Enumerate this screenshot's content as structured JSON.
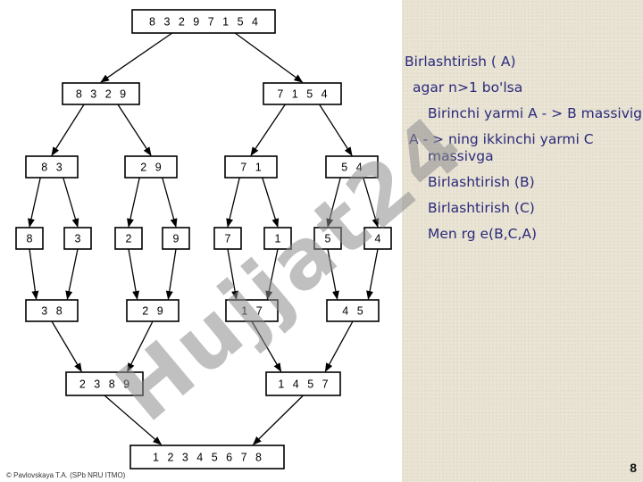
{
  "slide": {
    "page_number": "8",
    "footer": "© Pavlovskaya T.A. (SPb NRU ITMO)"
  },
  "watermark": {
    "text": "Hujjat24",
    "color": "#8c8c8c"
  },
  "colors": {
    "text_color": "#2b2a7a",
    "panel_background": "#e9e3d4"
  },
  "algorithm": {
    "lines": [
      {
        "text": "Birlashtirish ( A)"
      },
      {
        "text": "agar n>1 bo'lsa"
      },
      {
        "text": "Birinchi yarmi A - > B massiviga"
      },
      {
        "text": "A - > ning ikkinchi yarmi C massivga"
      },
      {
        "text": "Birlashtirish (B)"
      },
      {
        "text": "Birlashtirish (C)"
      },
      {
        "text": "Men rg e(B,C,A)"
      }
    ]
  },
  "diagram": {
    "nodes": [
      {
        "id": "n0",
        "label": "8 3 2 9 7 1 5 4"
      },
      {
        "id": "n1",
        "label": "8 3 2 9"
      },
      {
        "id": "n2",
        "label": "7 1 5 4"
      },
      {
        "id": "n3",
        "label": "8 3"
      },
      {
        "id": "n4",
        "label": "2 9"
      },
      {
        "id": "n5",
        "label": "7 1"
      },
      {
        "id": "n6",
        "label": "5 4"
      },
      {
        "id": "n7",
        "label": "8"
      },
      {
        "id": "n8",
        "label": "3"
      },
      {
        "id": "n9",
        "label": "2"
      },
      {
        "id": "n10",
        "label": "9"
      },
      {
        "id": "n11",
        "label": "7"
      },
      {
        "id": "n12",
        "label": "1"
      },
      {
        "id": "n13",
        "label": "5"
      },
      {
        "id": "n14",
        "label": "4"
      },
      {
        "id": "n15",
        "label": "3 8"
      },
      {
        "id": "n16",
        "label": "2 9"
      },
      {
        "id": "n17",
        "label": "1 7"
      },
      {
        "id": "n18",
        "label": "4 5"
      },
      {
        "id": "n19",
        "label": "2 3 8 9"
      },
      {
        "id": "n20",
        "label": "1 4 5 7"
      },
      {
        "id": "n21",
        "label": "1 2 3 4 5 6 7 8"
      }
    ],
    "edges": [
      [
        "n0",
        "n1"
      ],
      [
        "n0",
        "n2"
      ],
      [
        "n1",
        "n3"
      ],
      [
        "n1",
        "n4"
      ],
      [
        "n2",
        "n5"
      ],
      [
        "n2",
        "n6"
      ],
      [
        "n3",
        "n7"
      ],
      [
        "n3",
        "n8"
      ],
      [
        "n4",
        "n9"
      ],
      [
        "n4",
        "n10"
      ],
      [
        "n5",
        "n11"
      ],
      [
        "n5",
        "n12"
      ],
      [
        "n6",
        "n13"
      ],
      [
        "n6",
        "n14"
      ],
      [
        "n7",
        "n15"
      ],
      [
        "n8",
        "n15"
      ],
      [
        "n9",
        "n16"
      ],
      [
        "n10",
        "n16"
      ],
      [
        "n11",
        "n17"
      ],
      [
        "n12",
        "n17"
      ],
      [
        "n13",
        "n18"
      ],
      [
        "n14",
        "n18"
      ],
      [
        "n15",
        "n19"
      ],
      [
        "n16",
        "n19"
      ],
      [
        "n17",
        "n20"
      ],
      [
        "n18",
        "n20"
      ],
      [
        "n19",
        "n21"
      ],
      [
        "n20",
        "n21"
      ]
    ]
  }
}
